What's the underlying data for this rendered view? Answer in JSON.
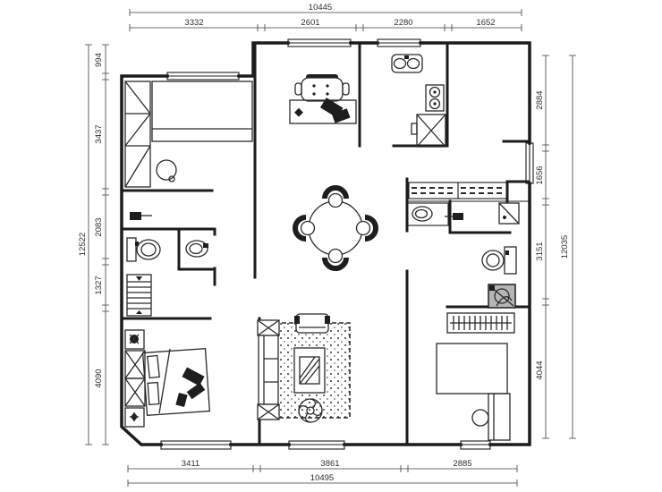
{
  "image_title": "apartment floor plan drawing",
  "dimensions": {
    "top": {
      "overall": "10445",
      "segments": [
        "3332",
        "2601",
        "2280",
        "1652"
      ]
    },
    "bottom": {
      "overall": "10495",
      "segments": [
        "3411",
        "3861",
        "2885"
      ]
    },
    "left": {
      "overall": "12522",
      "segments": [
        "994",
        "3437",
        "2083",
        "1327",
        "4090"
      ]
    },
    "right": {
      "overall": "12035",
      "segments": [
        "2884",
        "1656",
        "3151",
        "4044"
      ]
    }
  },
  "colors": {
    "wall": "#1c1c1c",
    "furniture": "#2a2a2a",
    "dimension_line": "#3c3c3c",
    "text": "#2f2f2f",
    "background": "#ffffff",
    "appliance_fill": "#b5b5b5"
  },
  "icons": [
    "wardrobe-icon",
    "single-bed-icon",
    "stool-icon",
    "desk-icon",
    "office-chair-icon",
    "kitchen-sink-icon",
    "stove-icon",
    "refrigerator-icon",
    "dining-table-icon",
    "dining-chair-icon",
    "sliding-closet-icon",
    "wash-basin-icon",
    "faucet-icon",
    "corner-shelf-icon",
    "toilet-icon",
    "washing-machine-icon",
    "shoe-cabinet-icon",
    "nightstand-plant-icon",
    "double-bed-icon",
    "sofa-icon",
    "side-table-icon",
    "armchair-icon",
    "rug-icon",
    "coffee-table-icon",
    "fan-icon",
    "hanger-rail-icon",
    "window-icon"
  ]
}
